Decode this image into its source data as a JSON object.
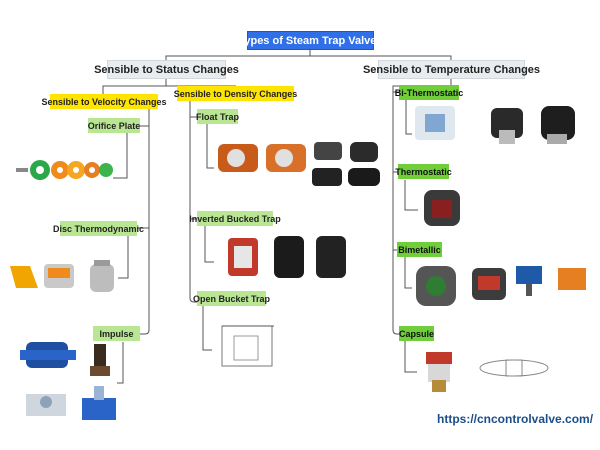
{
  "root": "Types of Steam Trap Valves",
  "status": {
    "label": "Sensible to Status Changes",
    "velocity": {
      "label": "Sensible to Velocity Changes",
      "items": [
        "Orifice Plate",
        "Disc Thermodynamic",
        "Impulse"
      ]
    },
    "density": {
      "label": "Sensible to Density Changes",
      "items": [
        "Float Trap",
        "Inverted Bucked Trap",
        "Open Bucket Trap"
      ]
    }
  },
  "temperature": {
    "label": "Sensible to Temperature Changes",
    "items": [
      "Bi-Thermostatic",
      "Thermostatic",
      "Bimetallic",
      "Capsule"
    ]
  },
  "website": "https://cncontrolvalve.com/",
  "colors": {
    "root": "#2f6fe8",
    "level1": "#e9ecef",
    "yellow": "#ffe400",
    "light_green": "#b9e693",
    "green": "#6fce3a",
    "connector": "#555555"
  }
}
